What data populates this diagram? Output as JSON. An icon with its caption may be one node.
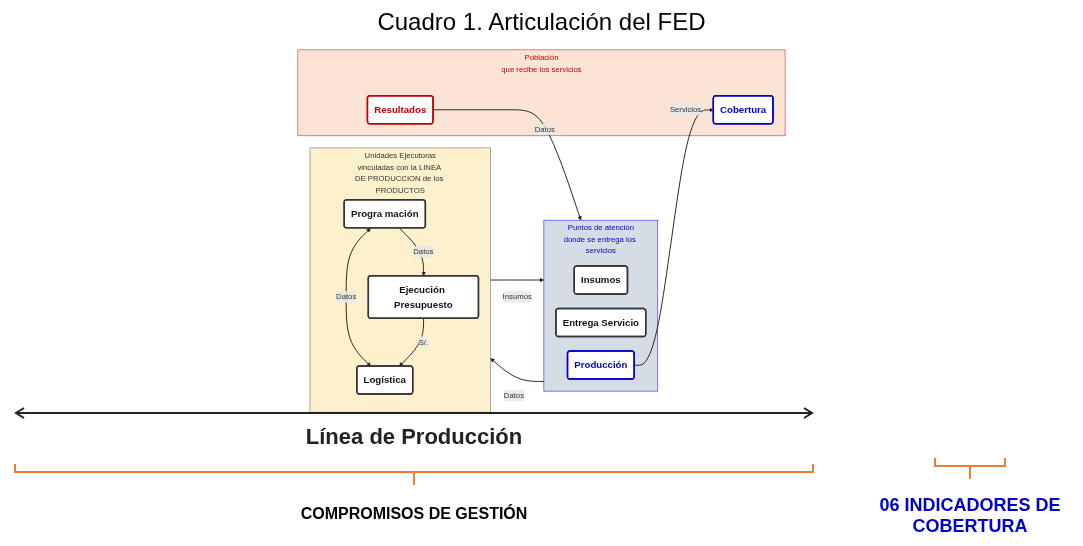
{
  "diagram": {
    "title": "Cuadro 1. Articulación del FED",
    "nodes": [
      {
        "text": [
          "Unidades Ejecutoras",
          "vinculadas con la LINEA DE PRODUCCION de los PRODUCTOS"
        ]
      },
      {
        "text": [
          "Ejecución Presupuesto"
        ],
        "in": 0
      },
      {
        "text": [
          "Progra mación"
        ],
        "in": 0
      },
      {
        "text": [
          "Logística"
        ],
        "in": 0
      },
      {
        "text": [
          "Puntos de atención",
          "donde se entrega los servicios"
        ]
      },
      {
        "text": [
          "Insumos"
        ],
        "in": 4
      },
      {
        "text": [
          "Entrega Servicio"
        ],
        "in": 4
      },
      {
        "text": [
          "Producción"
        ],
        "in": 4
      },
      {
        "text": [
          "Población",
          "que recibe los servicios"
        ]
      },
      {
        "text": [
          "Cobertura"
        ],
        "in": 8
      },
      {
        "text": [
          "Resultados"
        ],
        "in": 8
      }
    ],
    "edges": [
      {
        "from": 2,
        "to": 1,
        "arrow": "to",
        "label": "Datos"
      },
      {
        "from": 2,
        "to": 3,
        "arrow": "both",
        "label": "Datos"
      },
      {
        "from": 1,
        "to": 3,
        "arrow": "to",
        "label": "S/."
      },
      {
        "from": 4,
        "to": 0,
        "arrow": "to",
        "label": "Datos"
      },
      {
        "from": 0,
        "to": 4,
        "arrow": "to",
        "label": "Insumos"
      },
      {
        "from": 10,
        "to": 4,
        "arrow": "to",
        "label": "Datos"
      },
      {
        "from": 7,
        "to": 9,
        "arrow": "to",
        "label": "Servicios"
      }
    ],
    "labels": [
      "Línea de Producción",
      "COMPROMISOS DE GESTIÓN",
      "06 INDICADORES DE COBERTURA"
    ]
  }
}
